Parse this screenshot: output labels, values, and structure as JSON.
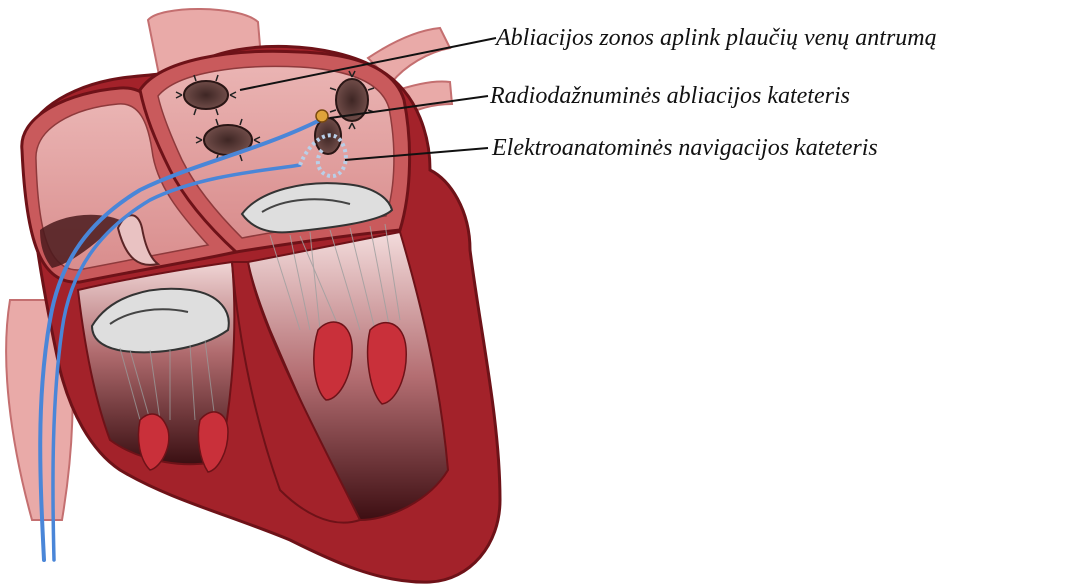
{
  "labels": {
    "ablation_zones": "Abliacijos zonos aplink plaučių venų antrumą",
    "rf_catheter": "Radiodažnuminės abliacijos kateteris",
    "nav_catheter": "Elektroanatominės navigacijos kateteris"
  },
  "colors": {
    "myocardium": "#a3222a",
    "myocardium_dark": "#7a151c",
    "chamber_wall": "#c95a5c",
    "atrium_fill": "#e2a3a3",
    "vessel": "#e9aaa8",
    "valve": "#dedede",
    "papillary": "#c9303a",
    "catheter": "#4a86d8",
    "nav_catheter": "#b9cfe8",
    "pv_ostium": "#5a3a38"
  }
}
